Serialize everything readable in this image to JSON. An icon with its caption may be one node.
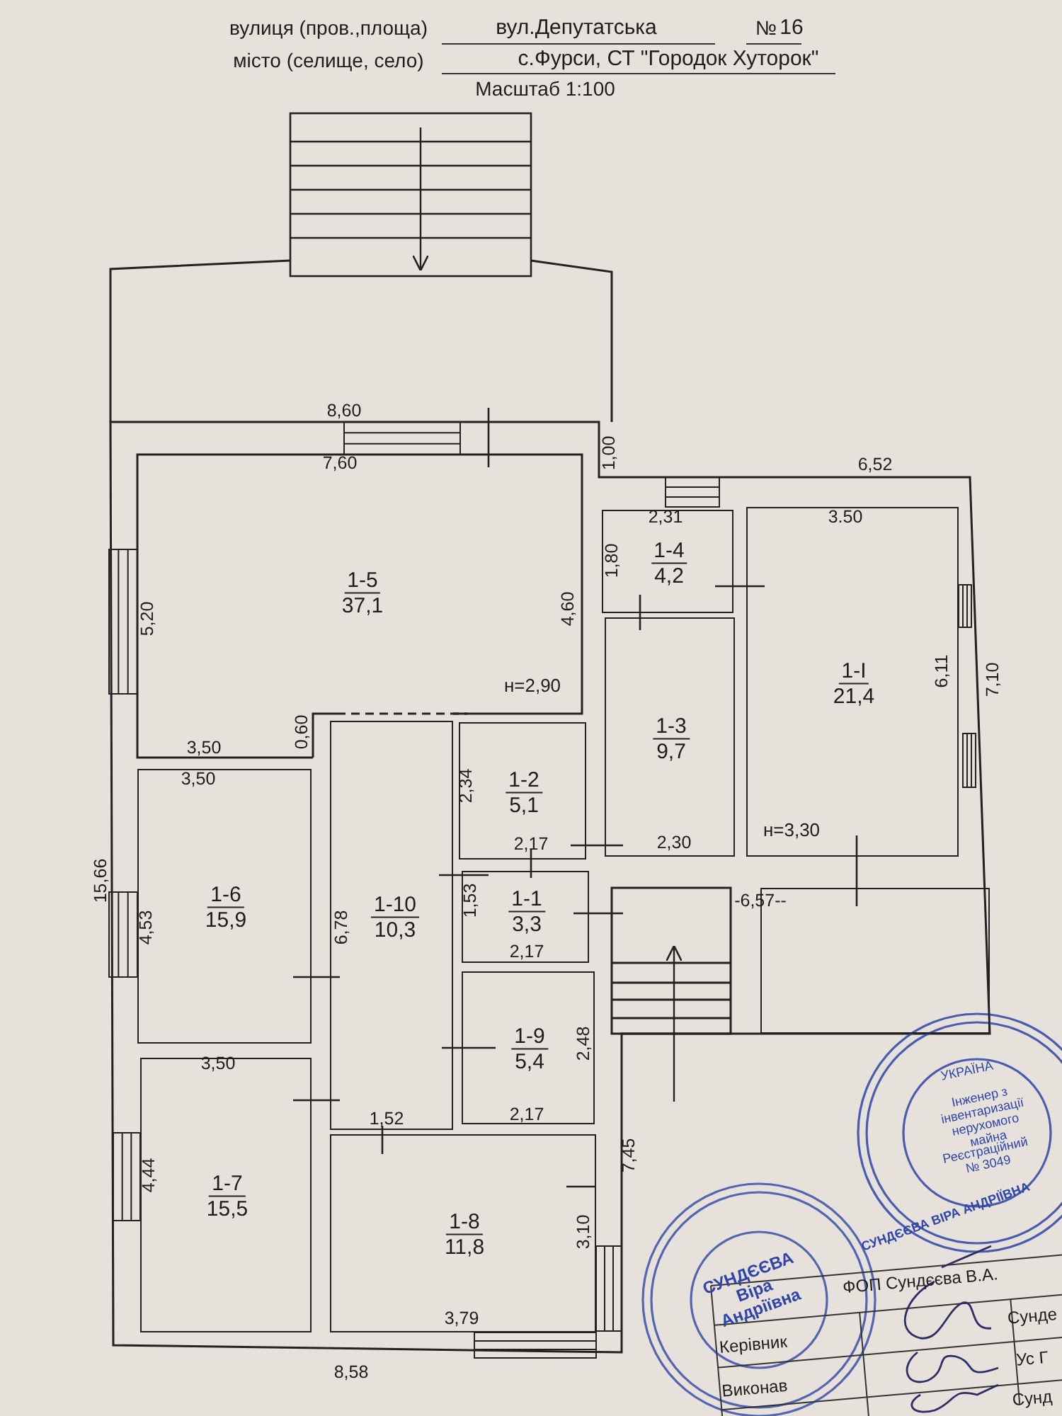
{
  "diagram": {
    "nodes": [
      {
        "text": [
          "1-5",
          "37,1",
          "н=2,90"
        ]
      },
      {
        "text": [
          "1-4",
          "4,2"
        ]
      },
      {
        "text": [
          "1-3",
          "9,7"
        ]
      },
      {
        "text": [
          "1-I",
          "21,4",
          "н=3,30"
        ]
      },
      {
        "text": [
          "1-2",
          "5,1"
        ]
      },
      {
        "text": [
          "1-1",
          "3,3"
        ]
      },
      {
        "text": [
          "1-6",
          "15,9"
        ]
      },
      {
        "text": [
          "1-10",
          "10,3"
        ]
      },
      {
        "text": [
          "1-9",
          "5,4"
        ]
      },
      {
        "text": [
          "1-7",
          "15,5"
        ]
      },
      {
        "text": [
          "1-8",
          "11,8"
        ]
      },
      {
        "text": [],
        "shape": "box"
      }
    ],
    "labels": [
      "вулиця (пров.,площа)",
      "вул.Депутатська",
      "№",
      "16",
      "місто (селище, село)",
      "с.Фурси, СТ \"Городок Хуторок\"",
      "Масштаб 1:100",
      "8,60",
      "7,60",
      "1,00",
      "6,52",
      "2,31",
      "3.50",
      "1,80",
      "5,20",
      "4,60",
      "6,11",
      "7,10",
      "0,60",
      "3,50",
      "3,50",
      "2,34",
      "2,17",
      "2,30",
      "15,66",
      "1,53",
      "-6,57--",
      "4,53",
      "6,78",
      "2,17",
      "2,48",
      "3,50",
      "1,52",
      "2,17",
      "7,45",
      "4,44",
      "3,10",
      "3,79",
      "8,58",
      "УКРАЇНА",
      "Інженер з інвентаризації нерухомого майна",
      "Реєстраційний № 3049",
      "СУНДЄЄВА ВІРА АНДРІЇВНА",
      "СУНДЄЄВА Віра Андріївна",
      "ФОП Сундєєва В.А.",
      "Керівник",
      "Сунде",
      "Виконав",
      "Ус Г",
      "Сунд"
    ]
  }
}
